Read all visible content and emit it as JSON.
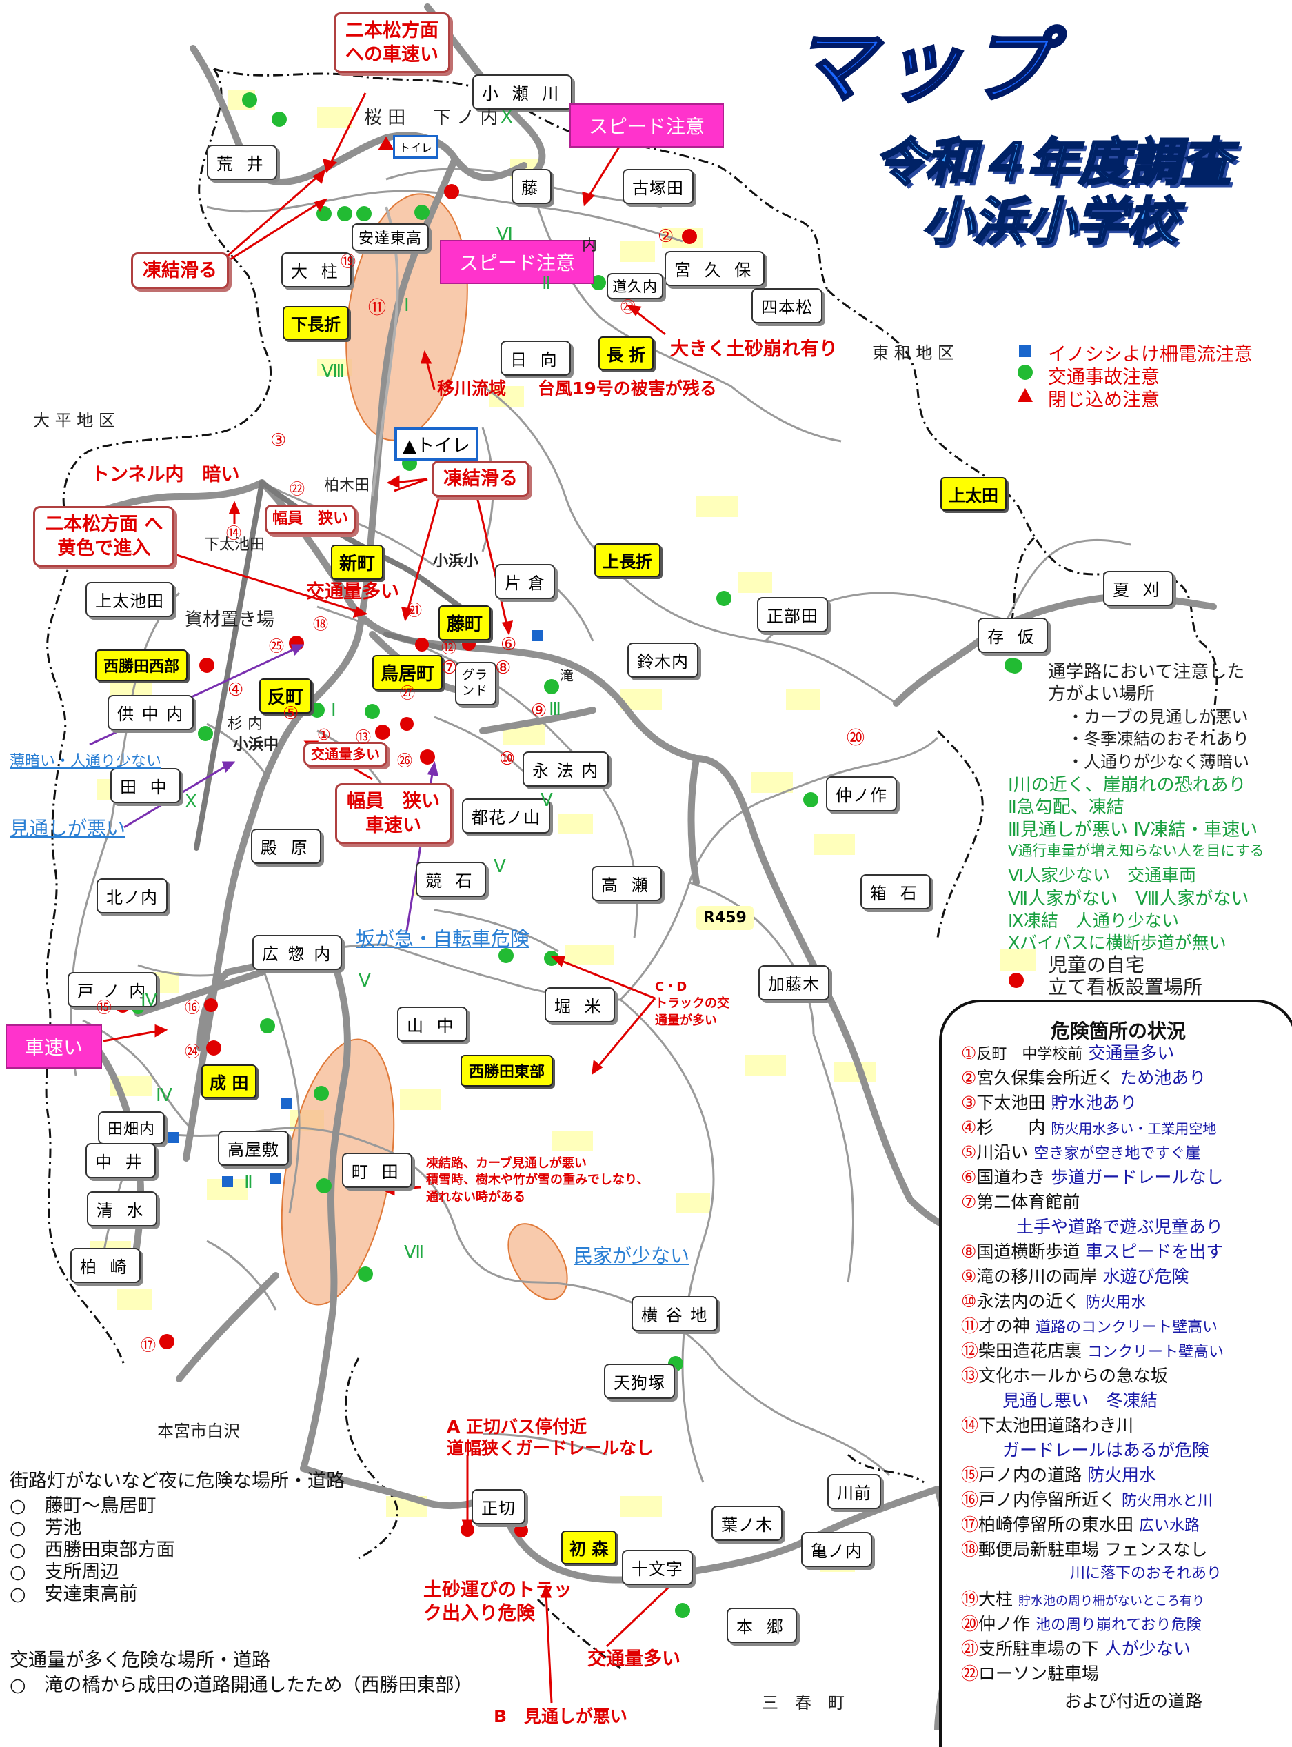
{
  "title": {
    "main": "マップ",
    "year": "令和４年度調査",
    "school": "小浜小学校"
  },
  "legend": {
    "items": [
      {
        "icon": "blue-square",
        "color": "#1a66cc",
        "label": "イノシシよけ柵電流注意"
      },
      {
        "icon": "green-circle",
        "color": "#22bb33",
        "label": "交通事故注意"
      },
      {
        "icon": "red-triangle",
        "color": "#e00000",
        "label": "閉じ込め注意"
      }
    ],
    "green_dot_desc": [
      "通学路において注意した",
      "方がよい場所"
    ],
    "bullets": [
      "・カーブの見通しが悪い",
      "・冬季凍結のおそれあり",
      "・人通りが少なく薄暗い"
    ],
    "roman_desc": [
      "Ⅰ川の近く、崖崩れの恐れあり",
      "Ⅱ急勾配、凍結",
      "Ⅲ見通しが悪い Ⅳ凍結・車速い",
      "Ⅴ通行車量が増え知らない人を目にする",
      "Ⅵ人家少ない　交通車両",
      "Ⅶ人家がない　Ⅷ人家がない",
      "Ⅸ凍結　人通り少ない",
      "Ⅹバイパスに横断歩道が無い"
    ],
    "home_label": "児童の自宅",
    "sign_label": "立て看板設置場所"
  },
  "districts": {
    "east": "東 和 地 区",
    "west": "大 平 地 区",
    "south_west": "本宮市白沢",
    "south": "三　春　町"
  },
  "place_boxes": [
    "小 瀬 川",
    "荒 井",
    "藤",
    "古塚田",
    "大 柱",
    "安達東高",
    "宮 久 保",
    "道久内",
    "四本松",
    "日 向",
    "片 倉",
    "上太池田",
    "正部田",
    "鈴木内",
    "夏 刈",
    "存 仮",
    "供 中 内",
    "永 法 内",
    "田 中",
    "都花ノ山",
    "仲ノ作",
    "殿 原",
    "競 石",
    "高 瀬",
    "北ノ内",
    "箱 石",
    "広 惣 内",
    "戸 ノ 内",
    "山 中",
    "堀 米",
    "加藤木",
    "田畑内",
    "中 井",
    "高屋敷",
    "町 田",
    "清 水",
    "柏 崎",
    "横 谷 地",
    "天狗塚",
    "正切",
    "葉ノ木",
    "川前",
    "亀ノ内",
    "十文字",
    "本 郷",
    "グランド"
  ],
  "yellow_boxes": [
    "下長折",
    "長 折",
    "上太田",
    "新町",
    "上長折",
    "藤町",
    "西勝田西部",
    "鳥居町",
    "反町",
    "成 田",
    "西勝田東部",
    "初 森",
    "R459"
  ],
  "warnings": {
    "nihonmatsu_speed": [
      "二本松方面",
      "への車速い"
    ],
    "ice1": "凍結滑る",
    "ice2": "凍結滑る",
    "nihonmatsu_yellow": [
      "二本松方面 へ",
      "黄色で進入"
    ],
    "narrow": [
      "幅員　狭い",
      "車速い"
    ],
    "narrow2": "幅員　狭い",
    "traffic_much": "交通量多い"
  },
  "pink_boxes": {
    "speed1": "スピード注意",
    "speed2": "スピード注意",
    "car_fast": "車速い"
  },
  "red_texts": {
    "landslide": "大きく土砂崩れ有り",
    "river": "移川流域",
    "typhoon": "台風19号の被害が残る",
    "tunnel": "トンネル内　暗い",
    "traffic_heavy": "交通量多い",
    "truck": [
      "C・D",
      "トラックの交",
      "通量が多い"
    ],
    "town_ice": [
      "凍結路、カーブ見通しが悪い",
      "積雪時、樹木や竹が雪の重みでしなり、",
      "通れない時がある"
    ],
    "bus_stop": [
      "A 正切バス停付近",
      "道幅狭くガードレールなし"
    ],
    "dirt_truck": [
      "土砂運びのトラッ",
      "ク出入り危険"
    ],
    "traffic_heavy2": "交通量多い",
    "b_visibility": "B　見通しが悪い"
  },
  "place_labels": {
    "sakurada": "桜 田",
    "shimonouchi": "下 ノ 内",
    "toilet_small": "トイレ",
    "toilet_big": "▲トイレ",
    "kashiwagida": "柏木田",
    "shimotaikeda": "下太池田",
    "obamasho": "小浜小",
    "shizai": "資材置き場",
    "sugiuchi": "杉 内",
    "obamachu": "小浜中",
    "taki": "滝",
    "uchi": "内"
  },
  "blue_notes": {
    "dim": "薄暗い・人通り少ない",
    "visibility": "見通しが悪い",
    "slope": "坂が急・自転車危険",
    "few_houses": "民家が少ない"
  },
  "sign_numbers": [
    "①",
    "②",
    "③",
    "④",
    "⑤",
    "⑥",
    "⑦",
    "⑧",
    "⑨",
    "⑩",
    "⑪",
    "⑫",
    "⑬",
    "⑭",
    "⑮",
    "⑯",
    "⑰",
    "⑱",
    "⑲",
    "⑳",
    "㉑",
    "㉒",
    "㉓",
    "㉔",
    "㉕",
    "㉖",
    "㉗"
  ],
  "danger_panel": {
    "title": "危険箇所の状況",
    "items": [
      {
        "n": "①",
        "place": "反町　中学校前",
        "desc": "交通量多い"
      },
      {
        "n": "②",
        "place": "宮久保集会所近く",
        "desc": "ため池あり"
      },
      {
        "n": "③",
        "place": "下太池田",
        "desc": "貯水池あり"
      },
      {
        "n": "④",
        "place": "杉　　内",
        "desc": "防火用水多い・工業用空地"
      },
      {
        "n": "⑤",
        "place": "川沿い",
        "desc": "空き家が空き地ですぐ崖"
      },
      {
        "n": "⑥",
        "place": "国道わき",
        "desc": "歩道ガードレールなし"
      },
      {
        "n": "⑦",
        "place": "第二体育館前",
        "desc": ""
      },
      {
        "n": "⑧",
        "place": "国道横断歩道",
        "desc": "車スピードを出す"
      },
      {
        "n": "⑨",
        "place": "滝の移川の両岸",
        "desc": "水遊び危険"
      },
      {
        "n": "⑩",
        "place": "永法内の近く",
        "desc": "防火用水"
      },
      {
        "n": "⑪",
        "place": "才の神",
        "desc": "道路のコンクリート壁高い"
      },
      {
        "n": "⑫",
        "place": "柴田造花店裏",
        "desc": "コンクリート壁高い"
      },
      {
        "n": "⑬",
        "place": "文化ホールからの急な坂",
        "desc": ""
      },
      {
        "n": "⑭",
        "place": "下太池田道路わき川",
        "desc": ""
      },
      {
        "n": "⑮",
        "place": "戸ノ内の道路",
        "desc": "防火用水"
      },
      {
        "n": "⑯",
        "place": "戸ノ内停留所近く",
        "desc": "防火用水と川"
      },
      {
        "n": "⑰",
        "place": "柏崎停留所の東水田",
        "desc": "広い水路"
      },
      {
        "n": "⑱",
        "place": "郵便局新駐車場",
        "desc": "フェンスなし"
      },
      {
        "n": "⑲",
        "place": "大柱",
        "desc": "貯水池の周り柵がないところ有り"
      },
      {
        "n": "⑳",
        "place": "仲ノ作",
        "desc": "池の周り崩れており危険"
      },
      {
        "n": "㉑",
        "place": "支所駐車場の下",
        "desc": "人が少ない"
      },
      {
        "n": "㉒",
        "place": "ローソン駐車場",
        "desc": ""
      }
    ],
    "sub_7": "土手や道路で遊ぶ児童あり",
    "sub_13": "見通し悪い　冬凍結",
    "sub_14": "ガードレールはあるが危険",
    "sub_18": "川に落下のおそれあり",
    "sub_22": "および付近の道路"
  },
  "bottom_notes": {
    "night_title": "街路灯がないなど夜に危険な場所・道路",
    "night_items": [
      "○　藤町〜鳥居町",
      "○　芳池",
      "○　西勝田東部方面",
      "○　支所周辺",
      "○　安達東高前"
    ],
    "traffic_title": "交通量が多く危険な場所・道路",
    "traffic_items": [
      "○　滝の橋から成田の道路開通したため（西勝田東部）"
    ]
  }
}
